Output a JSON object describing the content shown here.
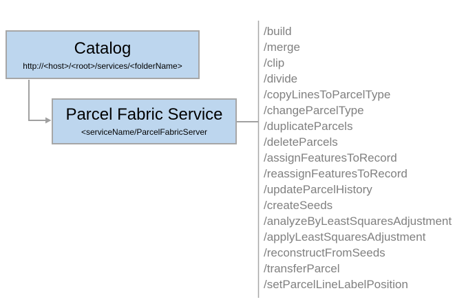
{
  "diagram": {
    "catalog": {
      "title": "Catalog",
      "subtitle": "http://<host>/<root>/services/<folderName>"
    },
    "service": {
      "title": "Parcel Fabric Service",
      "subtitle": "<serviceName/ParcelFabricServer"
    },
    "endpoints": {
      "items": [
        "/build",
        "/merge",
        "/clip",
        "/divide",
        "/copyLinesToParcelType",
        "/changeParcelType",
        "/duplicateParcels",
        "/deleteParcels",
        "/assignFeaturesToRecord",
        "/reassignFeaturesToRecord",
        "/updateParcelHistory",
        "/createSeeds",
        "/analyzeByLeastSquaresAdjustment",
        "/applyLeastSquaresAdjustment",
        "/reconstructFromSeeds",
        "/transferParcel",
        "/setParcelLineLabelPosition"
      ]
    },
    "colors": {
      "node_fill": "#bdd6ee",
      "node_border": "#a6a6a6",
      "connector": "#a0a0a0",
      "endpoint_text": "#808080",
      "title_text": "#000000",
      "background": "#ffffff"
    }
  }
}
